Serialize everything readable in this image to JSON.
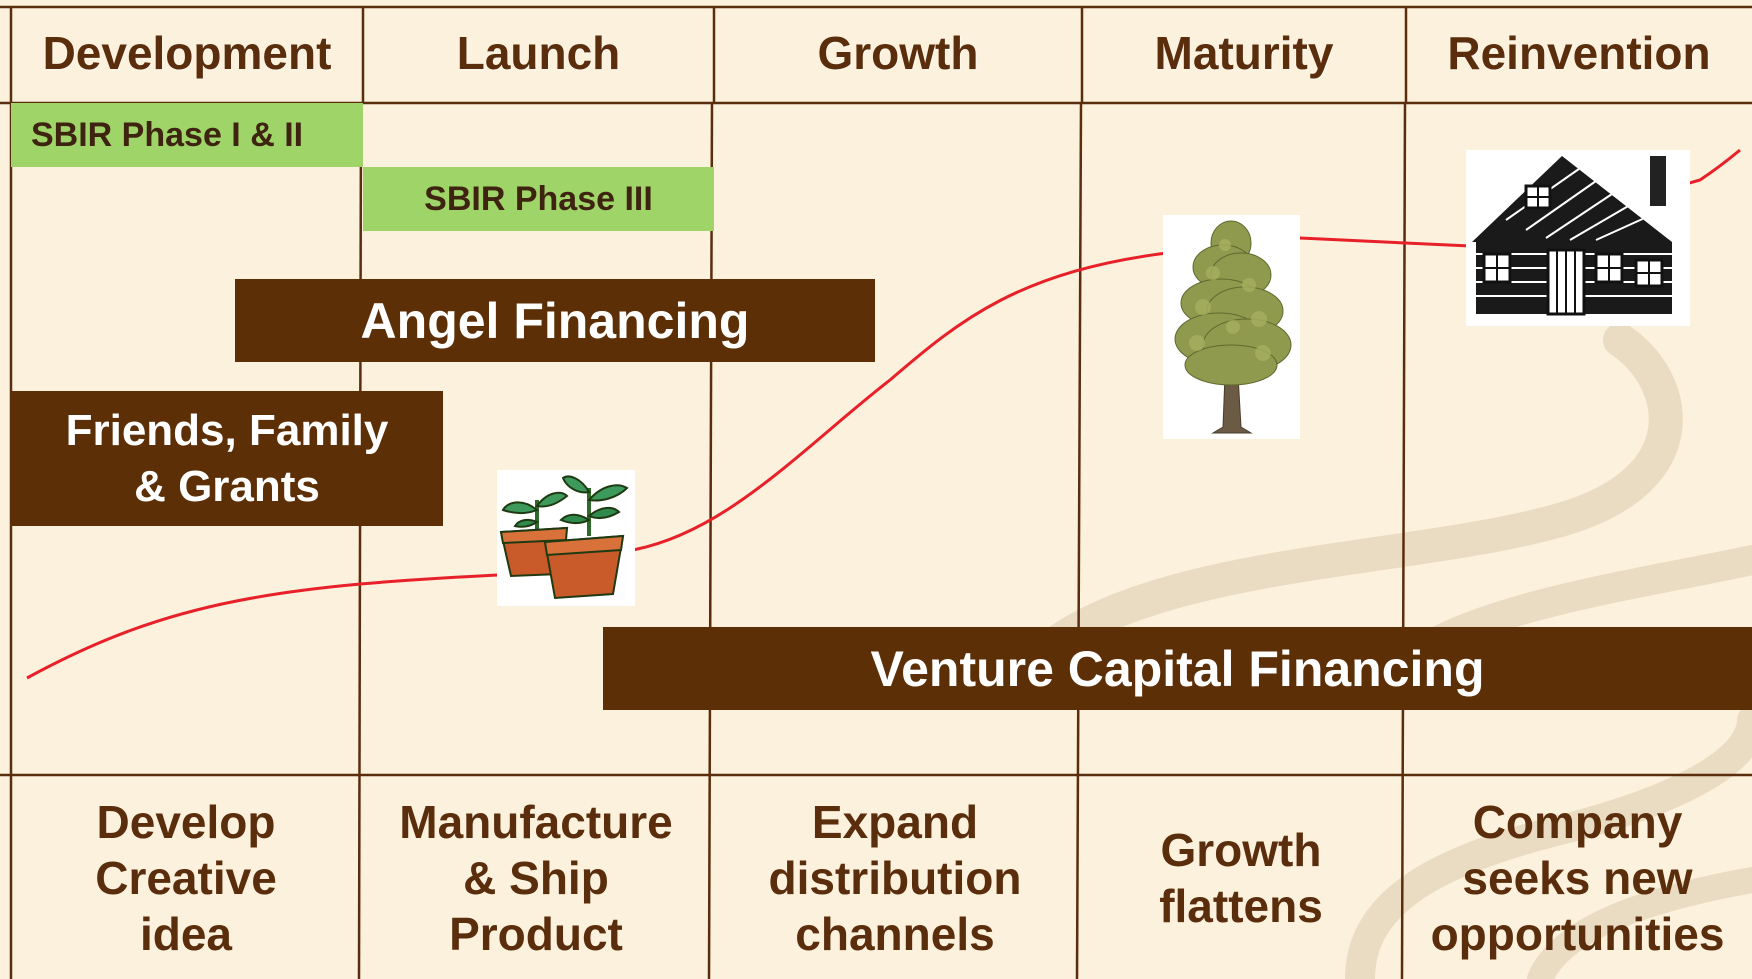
{
  "stages": [
    {
      "header": "Development",
      "description": "Develop\nCreative\nidea"
    },
    {
      "header": "Launch",
      "description": "Manufacture\n& Ship\nProduct"
    },
    {
      "header": "Growth",
      "description": "Expand\ndistribution\nchannels"
    },
    {
      "header": "Maturity",
      "description": "Growth\nflattens"
    },
    {
      "header": "Reinvention",
      "description": "Company\nseeks new\nopportunities"
    }
  ],
  "funding": {
    "sbir_1_2": "SBIR Phase I & II",
    "sbir_3": "SBIR Phase III",
    "angel": "Angel Financing",
    "friends": "Friends, Family\n& Grants",
    "venture": "Venture Capital Financing"
  },
  "icons": {
    "seedling": "seedling-pots-icon",
    "tree": "tree-icon",
    "cabin": "log-cabin-icon"
  },
  "colors": {
    "background": "#fbf1dc",
    "grid_line": "#5a2d0c",
    "brown_box": "#5c2f06",
    "green_box": "#9fd468",
    "growth_curve": "#e8202a"
  }
}
